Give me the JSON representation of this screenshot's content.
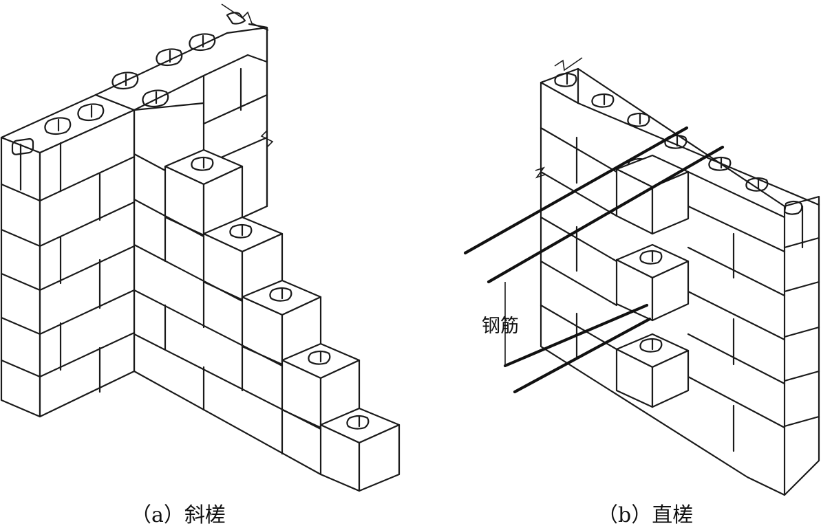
{
  "figure": {
    "caption_a": "（a）斜槎",
    "caption_b": "（b）直槎",
    "rebar_label": "钢筋"
  }
}
